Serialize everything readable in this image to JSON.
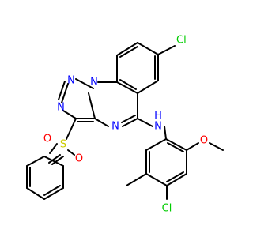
{
  "colors": {
    "bond": "#000000",
    "N": "#0000ff",
    "Cl": "#00cc00",
    "O": "#ff0000",
    "S": "#cccc00",
    "background": "#ffffff"
  },
  "atoms": [
    {
      "id": "cl1",
      "label": "Cl",
      "element": "Cl"
    },
    {
      "id": "n_ring_top",
      "label": "N",
      "element": "N"
    },
    {
      "id": "n_ring_top2",
      "label": "N",
      "element": "N"
    },
    {
      "id": "n_ring_left",
      "label": "N",
      "element": "N"
    },
    {
      "id": "n_ring_bottom",
      "label": "N",
      "element": "N"
    },
    {
      "id": "nh",
      "label": "N",
      "element": "N"
    },
    {
      "id": "h_nh",
      "label": "H",
      "element": "N"
    },
    {
      "id": "s1",
      "label": "S",
      "element": "S"
    },
    {
      "id": "o_s1",
      "label": "O",
      "element": "O"
    },
    {
      "id": "o_s2",
      "label": "O",
      "element": "O"
    },
    {
      "id": "o_me",
      "label": "O",
      "element": "O"
    },
    {
      "id": "cl2",
      "label": "Cl",
      "element": "Cl"
    }
  ]
}
